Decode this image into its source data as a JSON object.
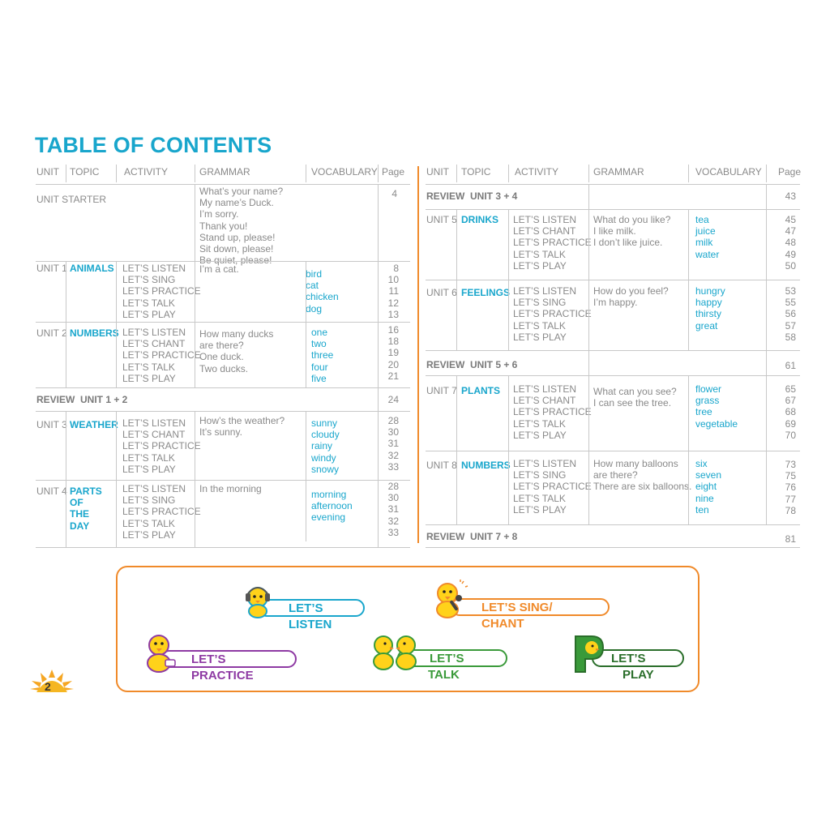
{
  "title": "TABLE OF CONTENTS",
  "headers": {
    "unit": "UNIT",
    "topic": "TOPIC",
    "activity": "ACTIVITY",
    "grammar": "GRAMMAR",
    "vocabulary": "VOCABULARY",
    "page": "Page"
  },
  "left": {
    "starter": {
      "unit": "UNIT STARTER",
      "grammar": "What’s your name?\nMy name’s Duck.\nI’m sorry.\nThank you!\nStand up, please!\nSit down, please!\nBe quiet, please!",
      "pages": "4"
    },
    "unit1": {
      "unit": "UNIT 1",
      "topic": "ANIMALS",
      "activity": "LET’S LISTEN\nLET’S SING\nLET’S PRACTICE\nLET’S TALK\nLET’S PLAY",
      "grammar": "I’m a cat.",
      "vocab": "bird\ncat\nchicken\ndog",
      "pages": "8\n10\n11\n12\n13"
    },
    "unit2": {
      "unit": "UNIT 2",
      "topic": "NUMBERS",
      "activity": "LET’S LISTEN\nLET’S CHANT\nLET’S PRACTICE\nLET’S TALK\nLET’S PLAY",
      "grammar": "How many ducks\nare there?\nOne duck.\nTwo ducks.",
      "vocab": "one\ntwo\nthree\nfour\nfive",
      "pages": "16\n18\n19\n20\n21"
    },
    "review12": {
      "label": "REVIEW  UNIT 1 + 2",
      "page": "24"
    },
    "unit3": {
      "unit": "UNIT 3",
      "topic": "WEATHER",
      "activity": "LET’S LISTEN\nLET’S CHANT\nLET’S PRACTICE\nLET’S TALK\nLET’S PLAY",
      "grammar": "How’s the weather?\nIt’s sunny.",
      "vocab": "sunny\ncloudy\nrainy\nwindy\nsnowy",
      "pages": "28\n30\n31\n32\n33"
    },
    "unit4": {
      "unit": "UNIT 4",
      "topic": "PARTS\nOF\nTHE\nDAY",
      "activity": "LET’S LISTEN\nLET’S SING\nLET’S PRACTICE\nLET’S TALK\nLET’S PLAY",
      "grammar": "In the morning",
      "vocab": "morning\nafternoon\nevening",
      "pages": "28\n30\n31\n32\n33"
    }
  },
  "right": {
    "review34": {
      "label": "REVIEW  UNIT 3 + 4",
      "page": "43"
    },
    "unit5": {
      "unit": "UNIT 5",
      "topic": "DRINKS",
      "activity": "LET’S LISTEN\nLET’S CHANT\nLET’S PRACTICE\nLET’S TALK\nLET’S PLAY",
      "grammar": "What do you like?\nI like milk.\nI don’t like juice.",
      "vocab": "tea\njuice\nmilk\nwater",
      "pages": "45\n47\n48\n49\n50"
    },
    "unit6": {
      "unit": "UNIT 6",
      "topic": "FEELINGS",
      "activity": "LET’S LISTEN\nLET’S SING\nLET’S PRACTICE\nLET’S TALK\nLET’S PLAY",
      "grammar": "How do you feel?\nI’m happy.",
      "vocab": "hungry\nhappy\nthirsty\ngreat",
      "pages": "53\n55\n56\n57\n58"
    },
    "review56": {
      "label": "REVIEW  UNIT 5 + 6",
      "page": "61"
    },
    "unit7": {
      "unit": "UNIT 7",
      "topic": "PLANTS",
      "activity": "LET’S LISTEN\nLET’S CHANT\nLET’S PRACTICE\nLET’S TALK\nLET’S PLAY",
      "grammar": "What can you see?\nI can see the tree.",
      "vocab": "flower\ngrass\ntree\nvegetable",
      "pages": "65\n67\n68\n69\n70"
    },
    "unit8": {
      "unit": "UNIT 8",
      "topic": "NUMBERS",
      "activity": "LET’S LISTEN\nLET’S SING\nLET’S PRACTICE\nLET’S TALK\nLET’S PLAY",
      "grammar": "How many balloons\nare there?\nThere are six balloons.",
      "vocab": "six\nseven\neight\nnine\nten",
      "pages": "73\n75\n76\n77\n78"
    },
    "review78": {
      "label": "REVIEW  UNIT 7 + 8",
      "page": "81"
    }
  },
  "legend": {
    "listen": "LET’S LISTEN",
    "sing": "LET’S SING/ CHANT",
    "practice": "LET’S PRACTICE",
    "talk": "LET’S TALK",
    "play": "LET’S PLAY"
  },
  "page_number": "2",
  "colors": {
    "accent": "#19a6cc",
    "orange": "#f08a2a",
    "purple": "#8e3aa3",
    "green": "#3a9a3a",
    "darkgreen": "#2a6e2a"
  }
}
